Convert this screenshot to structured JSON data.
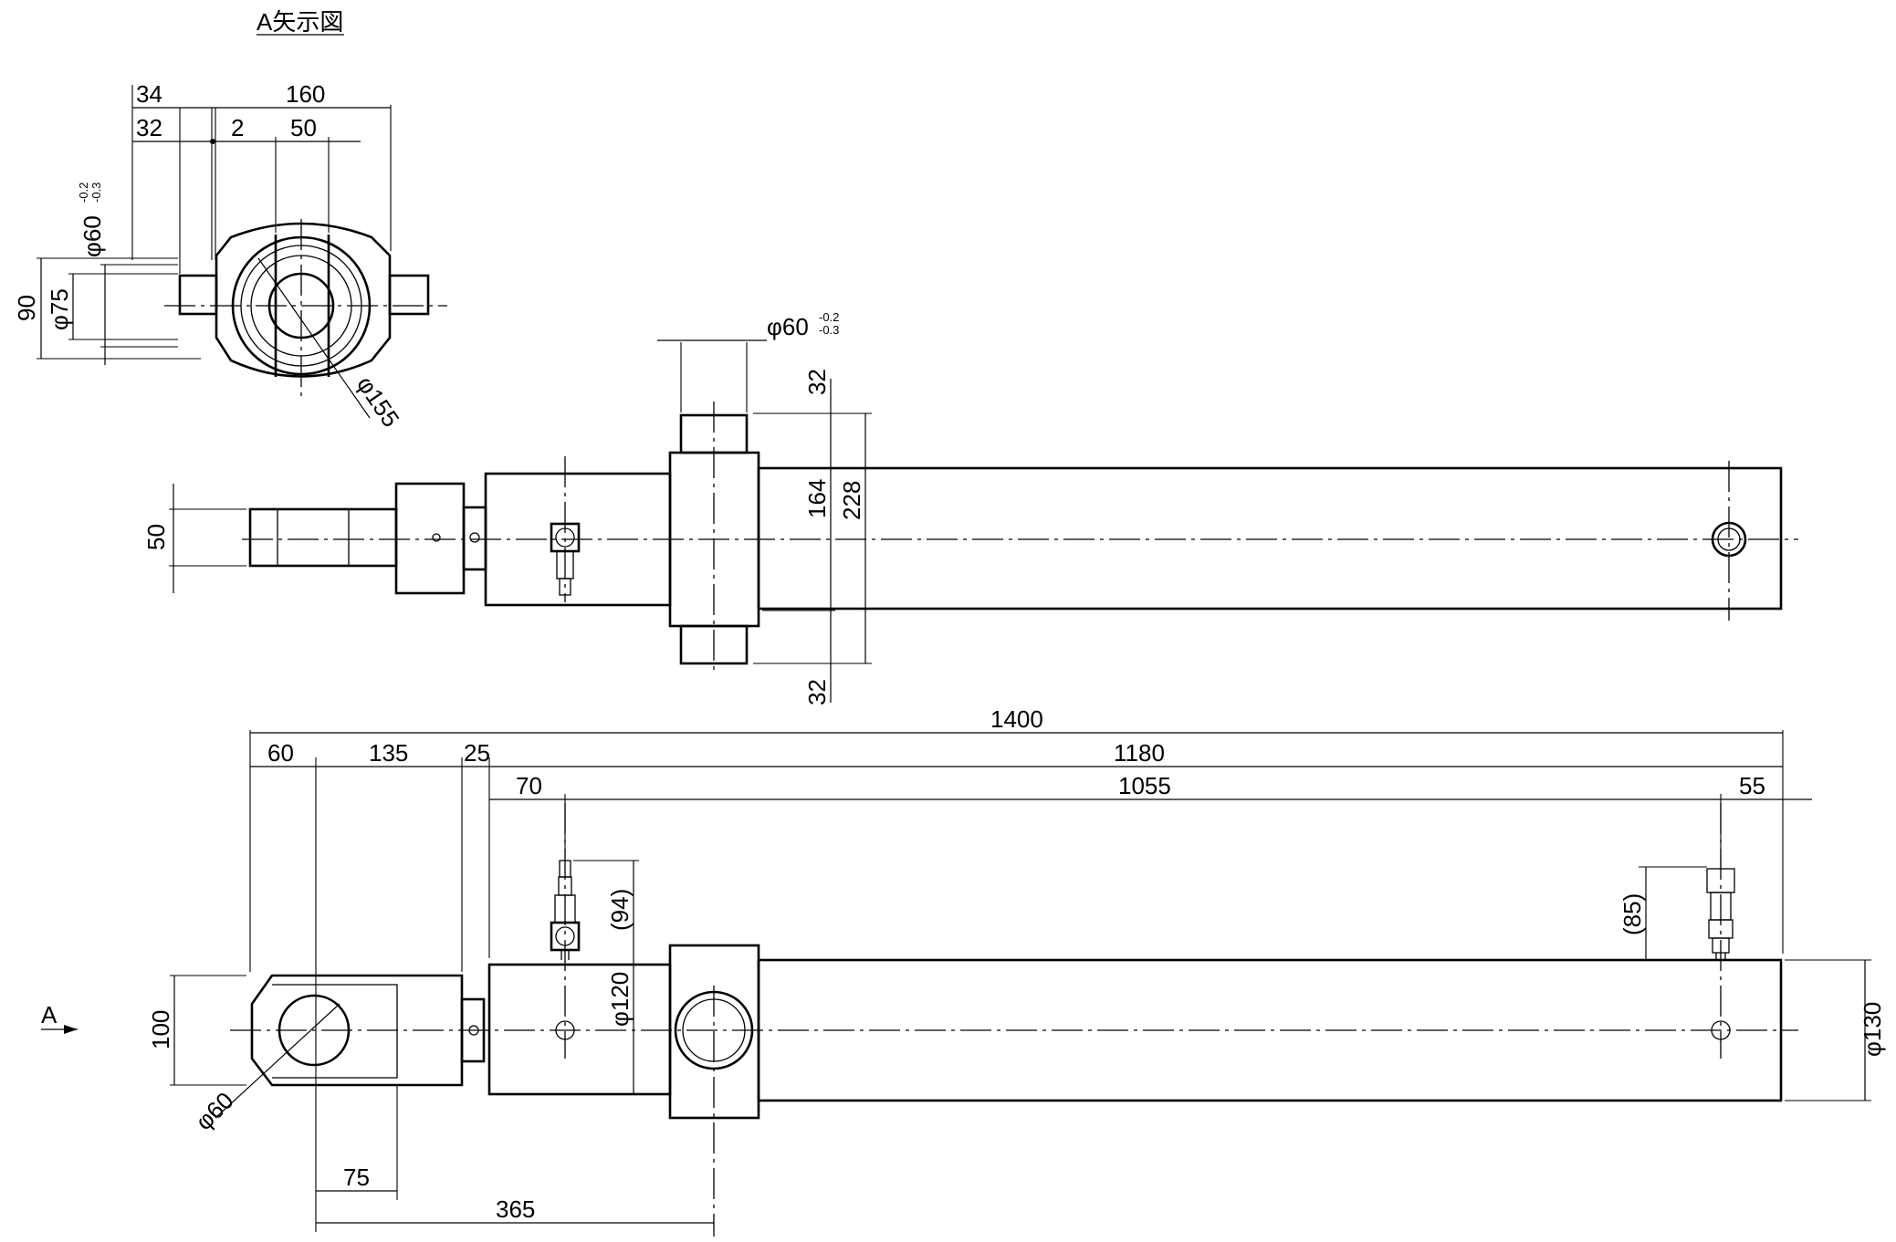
{
  "view_label": "A矢示図",
  "arrow_label": "A",
  "dims": {
    "a34": "34",
    "a160": "160",
    "a32": "32",
    "a2": "2",
    "a50": "50",
    "a90": "90",
    "a_phi75": "φ75",
    "a_phi60": "φ60",
    "a_phi60_tol_upper": "-0.2",
    "a_phi60_tol_lower": "-0.3",
    "a_phi155": "φ155",
    "t_phi60": "φ60",
    "t_phi60_tol_upper": "-0.2",
    "t_phi60_tol_lower": "-0.3",
    "t32_top": "32",
    "t164": "164",
    "t228": "228",
    "t32_bot": "32",
    "t50": "50",
    "f1400": "1400",
    "f60": "60",
    "f135": "135",
    "f25": "25",
    "f1180": "1180",
    "f70": "70",
    "f1055": "1055",
    "f55": "55",
    "f94": "(94)",
    "f85": "(85)",
    "f100": "100",
    "f_phi120": "φ120",
    "f_phi130": "φ130",
    "f_phi60": "φ60",
    "f75": "75",
    "f365": "365"
  }
}
